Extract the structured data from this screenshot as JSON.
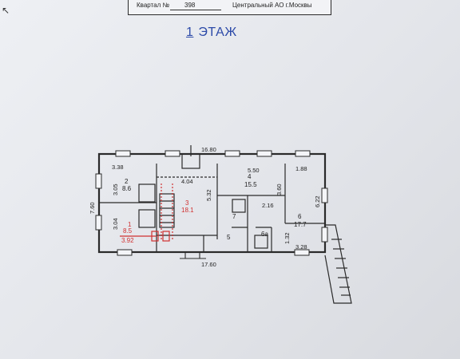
{
  "header": {
    "kvartal_label": "Квартал №",
    "kvartal_number": "398",
    "district": "Центральный АО г.Москвы"
  },
  "title": {
    "floor_number": "1",
    "floor_word": "ЭТАЖ"
  },
  "dimensions": {
    "top_total": "16.80",
    "bottom_total": "17.60",
    "left_height": "7.60",
    "d_338": "3.38",
    "d_305": "3.05",
    "d_304": "3.04",
    "d_404": "4.04",
    "d_532": "5.32",
    "d_550": "5.50",
    "d_360": "3.60",
    "d_216": "2.16",
    "d_188": "1.88",
    "d_622": "6.22",
    "d_132": "1.32",
    "d_328": "3.28"
  },
  "rooms": {
    "r1_num": "1",
    "r1_area": "8.5",
    "r1_width": "3.92",
    "r2_num": "2",
    "r2_area": "8.6",
    "r3_num": "3",
    "r3_area": "18.1",
    "r4_num": "4",
    "r4_area": "15.5",
    "r5_num": "5",
    "r6_num": "6",
    "r6_area": "17.7",
    "r6a_num": "6a",
    "r7_num": "7"
  },
  "colors": {
    "ink": "#2a2a2a",
    "red_annotation": "#d03030",
    "title_blue": "#2c4aa8"
  }
}
